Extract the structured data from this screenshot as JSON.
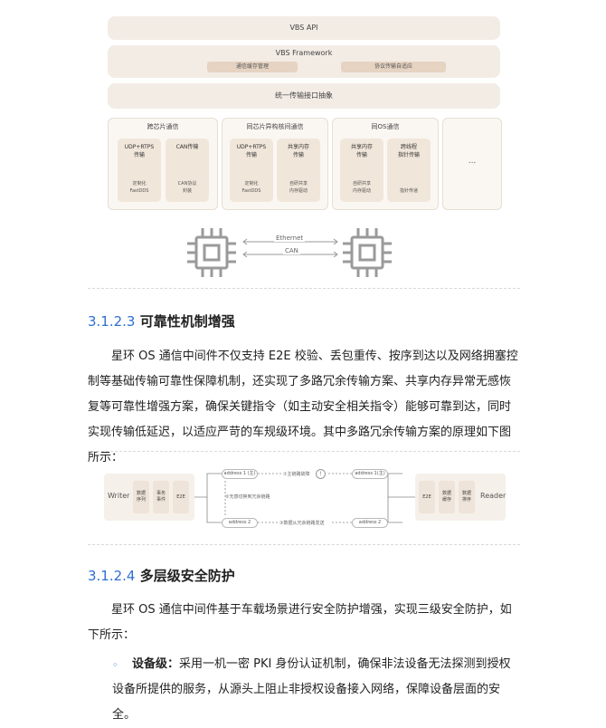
{
  "fig1": {
    "vbs_api": "VBS API",
    "vbs_framework": "VBS Framework",
    "framework_pills": [
      "通信缓存管理",
      "协议传输自适应"
    ],
    "unified_layer": "统一传输接口抽象",
    "groups": [
      {
        "title": "跨芯片通信",
        "cards": [
          {
            "top": "UDP+RTPS\n传输",
            "bottom": "定制化\nFastDDS"
          },
          {
            "top": "CAN传输",
            "bottom": "CAN协议\n封装"
          }
        ]
      },
      {
        "title": "同芯片异构核间通信",
        "cards": [
          {
            "top": "UDP+RTPS\n传输",
            "bottom": "定制化\nFastDDS"
          },
          {
            "top": "共享内存\n传输",
            "bottom": "自研共享\n内存驱动"
          }
        ]
      },
      {
        "title": "同OS通信",
        "cards": [
          {
            "top": "共享内存\n传输",
            "bottom": "自研共享\n内存驱动"
          },
          {
            "top": "跨线程\n指针传输",
            "bottom": "指针传递"
          }
        ]
      }
    ],
    "more": "...",
    "net_ethernet": "Ethernet",
    "net_can": "CAN"
  },
  "section_3": {
    "number": "3.1.2.3",
    "title": "可靠性机制增强",
    "paragraph": "星环 OS 通信中间件不仅支持 E2E 校验、丢包重传、按序到达以及网络拥塞控制等基础传输可靠性保障机制，还实现了多路冗余传输方案、共享内存异常无感恢复等可靠性增强方案，确保关键指令（如主动安全相关指令）能够可靠到达，同时实现传输低延迟，以适应严苛的车规级环境。其中多路冗余传输方案的原理如下图所示："
  },
  "fig2": {
    "writer": "Writer",
    "reader": "Reader",
    "writer_boxes": [
      "数据\n序列",
      "事务\n事件",
      "E2E"
    ],
    "reader_boxes": [
      "E2E",
      "数据\n缓存",
      "数据\n排序"
    ],
    "addr1_left": "address 1 (主)",
    "addr1_right": "address 1(主)",
    "addr2_left": "address 2",
    "addr2_right": "address 2",
    "note_fault": "①主链路故障",
    "note_switch": "②无感切换到冗余链路",
    "note_redundant": "③数据从冗余链路发送",
    "fault_icon": "!"
  },
  "section_4": {
    "number": "3.1.2.4",
    "title": "多层级安全防护",
    "paragraph": "星环 OS 通信中间件基于车载场景进行安全防护增强，实现三级安全防护，如下所示：",
    "bullet_symbol": "◦",
    "bullet_label": "设备级：",
    "bullet_text": "采用一机一密 PKI 身份认证机制，确保非法设备无法探测到授权设备所提供的服务，从源头上阻止非授权设备接入网络，保障设备层面的安全。"
  }
}
